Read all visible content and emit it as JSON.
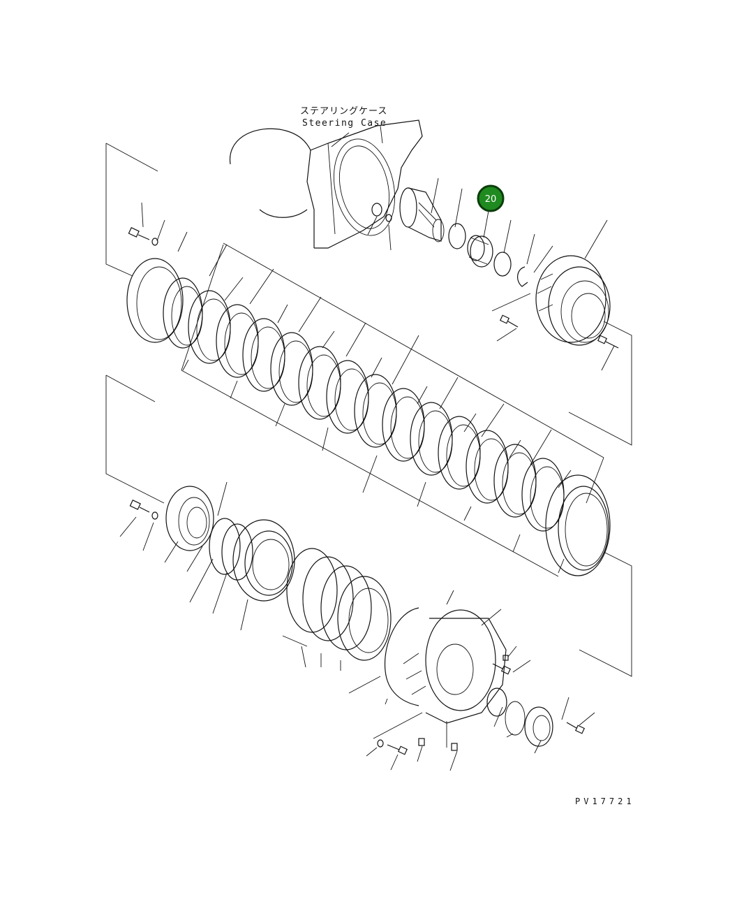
{
  "diagram": {
    "case_label_jp": "ステアリングケース",
    "case_label_en": "Steering Case",
    "drawing_code": "PV17721"
  },
  "callout": {
    "number": "20",
    "color": "#1f8a1f"
  }
}
